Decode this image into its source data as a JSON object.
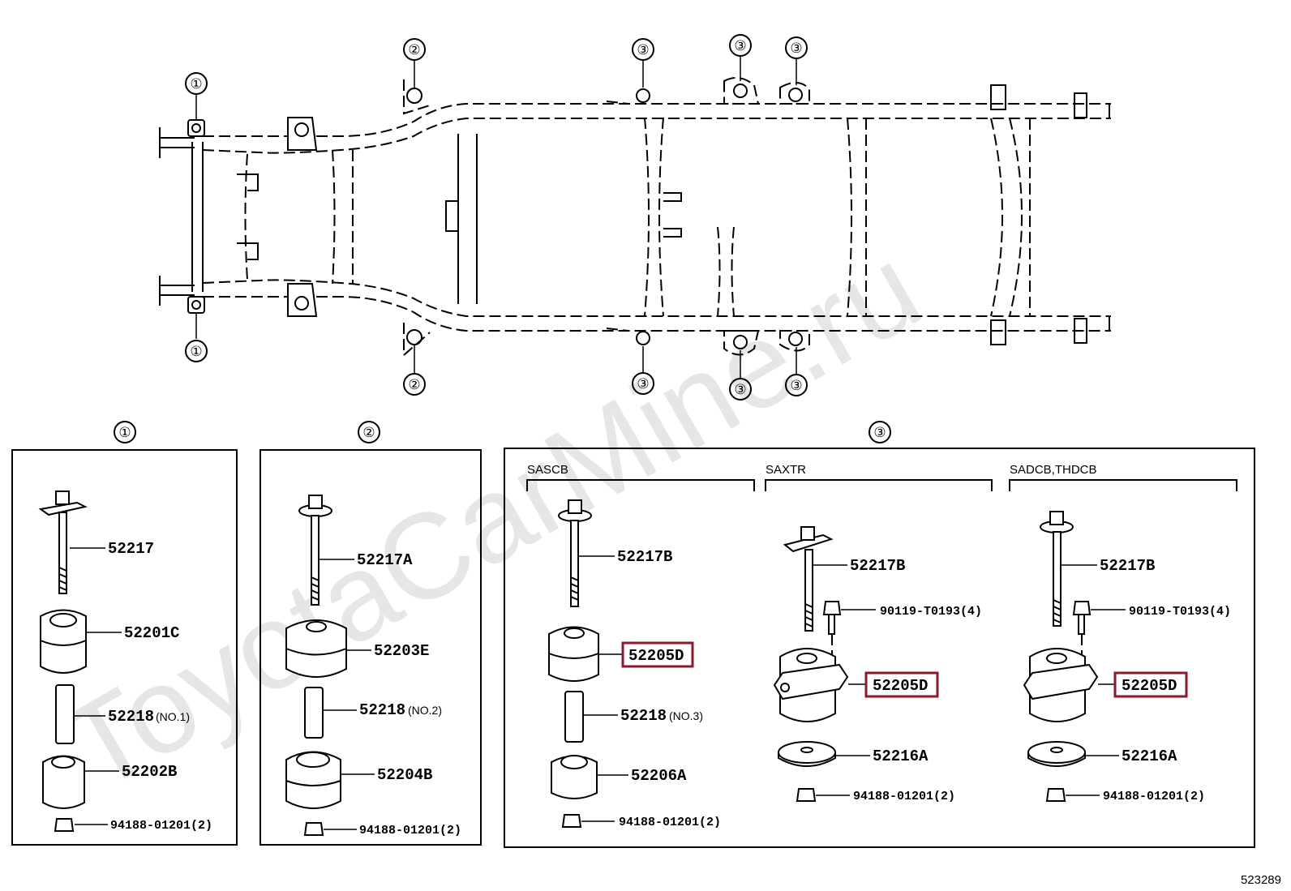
{
  "watermark": "ToyotaCarMine.ru",
  "figure_id": "523289",
  "ref_symbols": {
    "one": "①",
    "two": "②",
    "three": "③"
  },
  "groups": {
    "g1": {
      "symbol": "①"
    },
    "g2": {
      "symbol": "②"
    },
    "g3": {
      "symbol": "③",
      "variants": {
        "sascb": "SASCB",
        "saxtr": "SAXTR",
        "sadcb": "SADCB,THDCB"
      }
    }
  },
  "parts": {
    "g1": {
      "bolt": "52217",
      "upper": "52201C",
      "sleeve": "52218",
      "sleeve_note": "(NO.1)",
      "lower": "52202B",
      "nut": "94188-01201(2)"
    },
    "g2": {
      "bolt": "52217A",
      "upper": "52203E",
      "sleeve": "52218",
      "sleeve_note": "(NO.2)",
      "lower": "52204B",
      "nut": "94188-01201(2)"
    },
    "sascb": {
      "bolt": "52217B",
      "cushion": "52205D",
      "sleeve": "52218",
      "sleeve_note": "(NO.3)",
      "lower": "52206A",
      "nut": "94188-01201(2)"
    },
    "saxtr": {
      "bolt": "52217B",
      "screw": "90119-T0193(4)",
      "cushion": "52205D",
      "washer": "52216A",
      "nut": "94188-01201(2)"
    },
    "sadcb": {
      "bolt": "52217B",
      "screw": "90119-T0193(4)",
      "cushion": "52205D",
      "washer": "52216A",
      "nut": "94188-01201(2)"
    }
  },
  "highlight_color": "#8b1a2f"
}
